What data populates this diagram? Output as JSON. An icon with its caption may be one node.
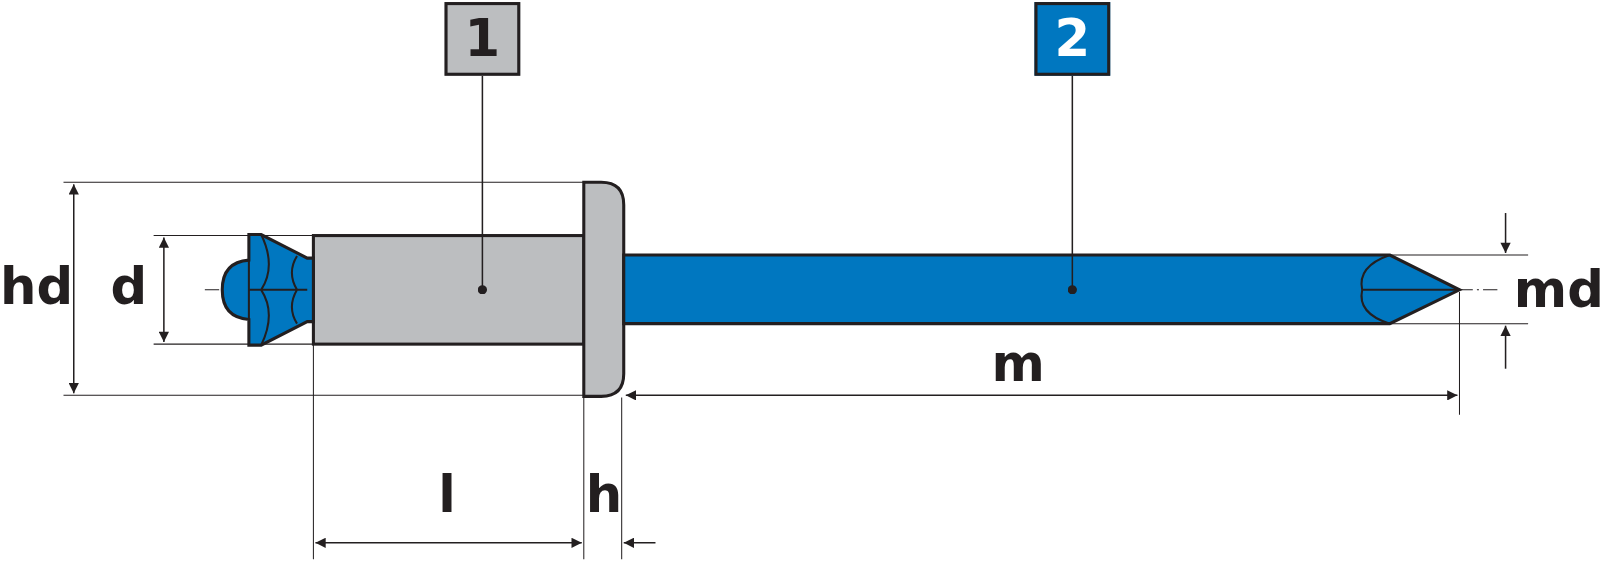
{
  "diagram": {
    "nodes": [
      {
        "text": [
          "1"
        ]
      },
      {
        "text": [
          "2"
        ]
      },
      {
        "text": [],
        "shape": "picture"
      },
      {
        "text": [],
        "shape": "picture"
      }
    ],
    "edges": [
      {
        "from": 0,
        "to": 2,
        "arrow": "other"
      },
      {
        "from": 1,
        "to": 3,
        "arrow": "other"
      }
    ],
    "labels": [
      "hd",
      "d",
      "l",
      "h",
      "m",
      "md"
    ]
  }
}
